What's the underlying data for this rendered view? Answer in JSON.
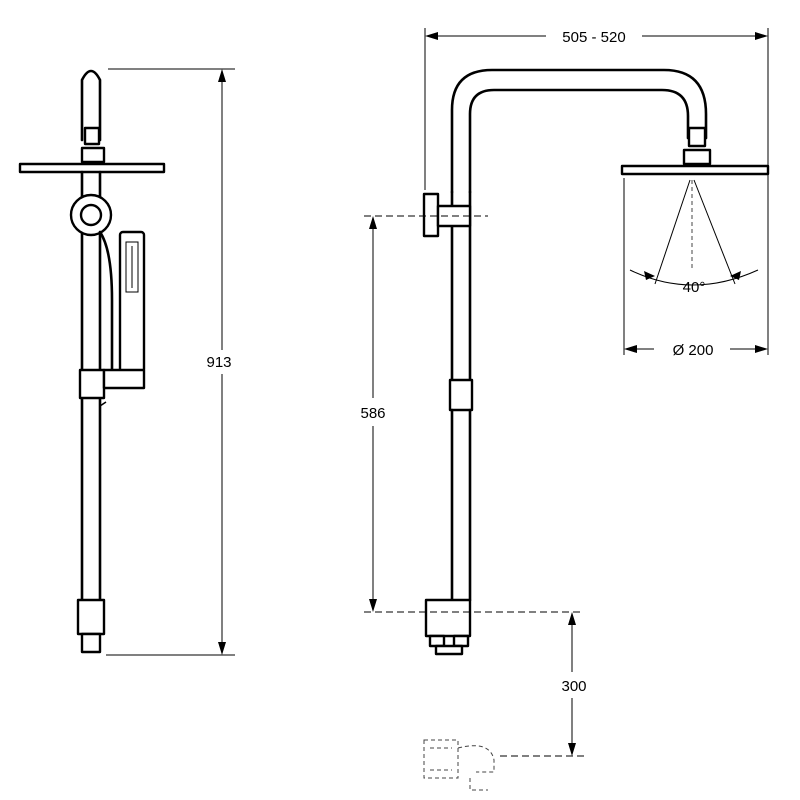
{
  "dimensions": {
    "total_height": "913",
    "arm_width": "505 - 520",
    "head_diameter": "Ø 200",
    "spray_angle": "40°",
    "bracket_to_base": "586",
    "base_to_spout": "300"
  }
}
